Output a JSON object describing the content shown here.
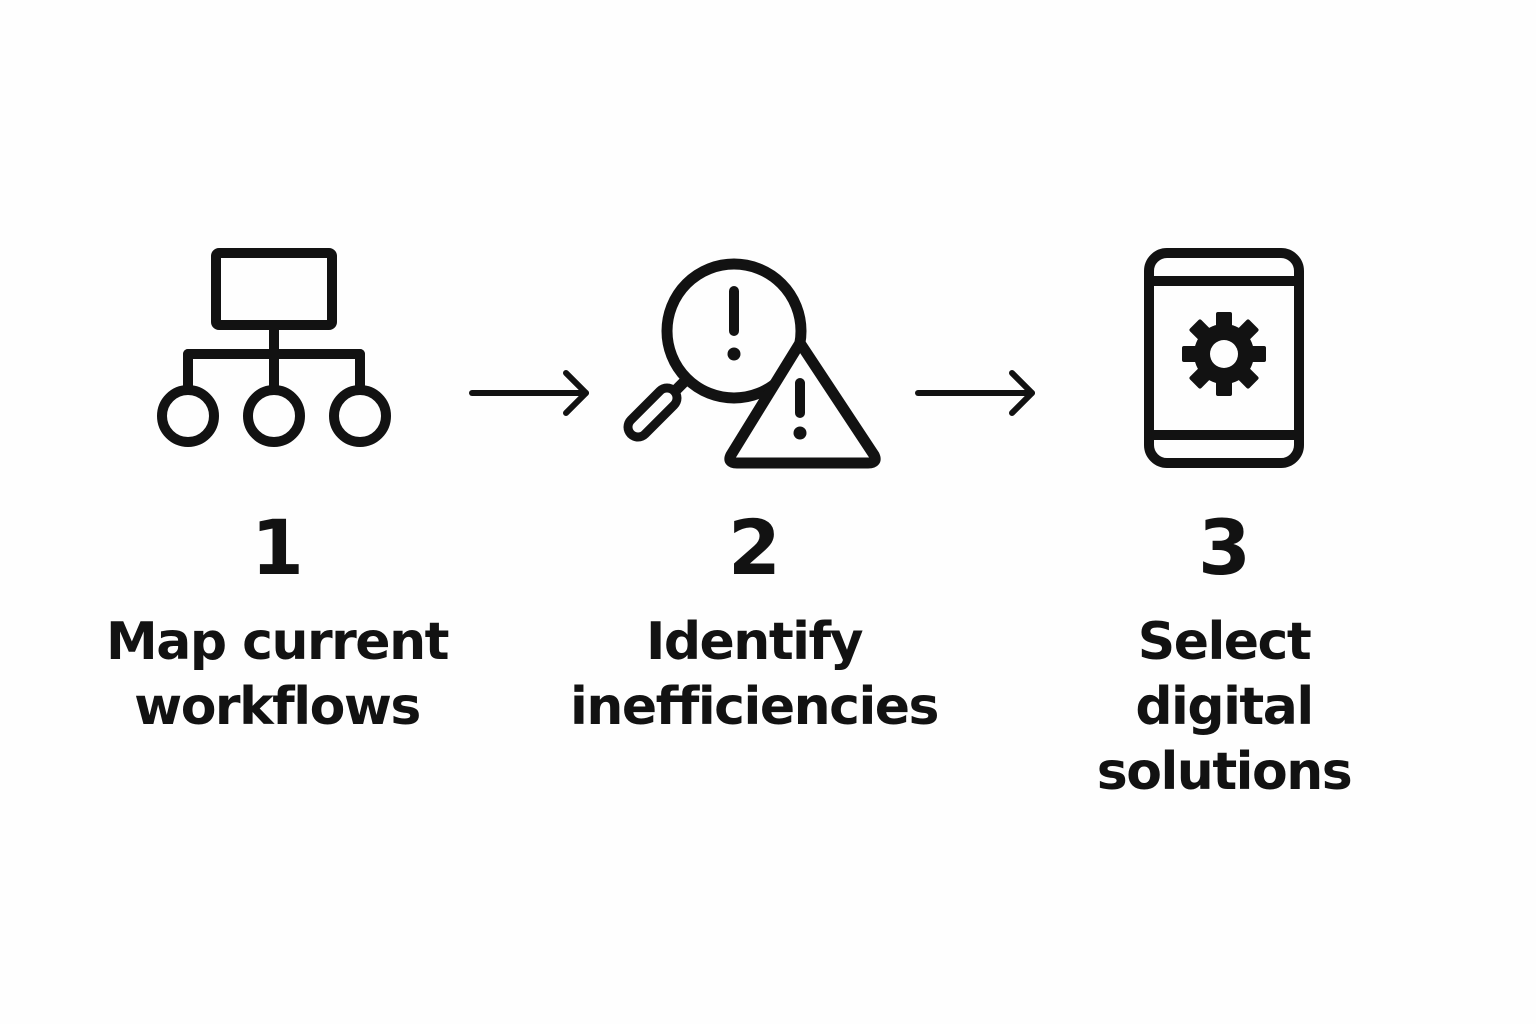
{
  "steps": [
    {
      "number": "1",
      "label_lines": [
        "Map current",
        "workflows"
      ],
      "icon": "flowchart-hierarchy-icon"
    },
    {
      "number": "2",
      "label_lines": [
        "Identify",
        "inefficiencies"
      ],
      "icon": "magnifier-warning-icon"
    },
    {
      "number": "3",
      "label_lines": [
        "Select",
        "digital",
        "solutions"
      ],
      "icon": "tablet-gear-icon"
    }
  ],
  "connectors": [
    "arrow-right-icon",
    "arrow-right-icon"
  ],
  "colors": {
    "foreground": "#121212",
    "background": "#fefefe"
  }
}
